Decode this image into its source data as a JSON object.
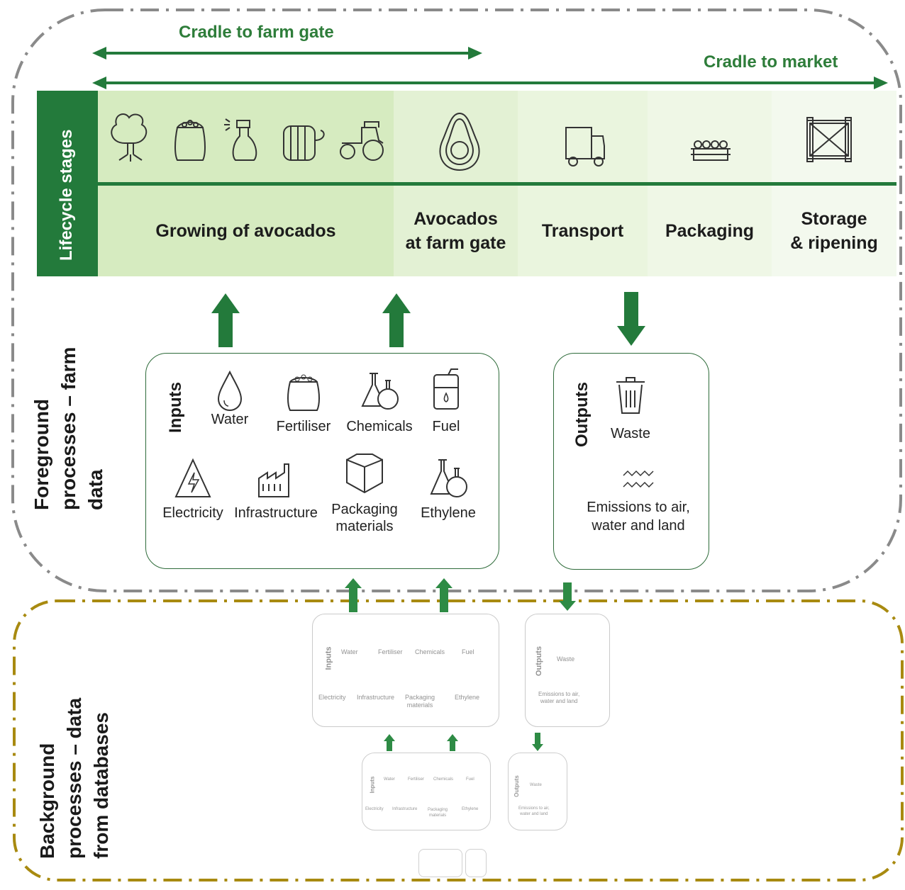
{
  "scope_arrows": {
    "farm_gate": "Cradle to farm gate",
    "market": "Cradle to market"
  },
  "lifecycle": {
    "side_label": "Lifecycle  stages",
    "stages": [
      {
        "label": "Growing of avocados",
        "color": "#d6ebc0"
      },
      {
        "label": "Avocados\nat farm gate",
        "color": "#e3f1d4"
      },
      {
        "label": "Transport",
        "color": "#eaf5de"
      },
      {
        "label": "Packaging",
        "color": "#eff7e6"
      },
      {
        "label": "Storage\n& ripening",
        "color": "#f3f9ee"
      }
    ],
    "growing_icons": [
      "tree-icon",
      "fertiliser-sack-icon",
      "spray-bottle-icon",
      "hose-reel-icon",
      "tractor-icon"
    ],
    "stage_icons": [
      "avocado-icon",
      "truck-icon",
      "packaging-tray-icon",
      "crate-icon"
    ]
  },
  "foreground": {
    "side_label": [
      "Foreground",
      "processes – farm",
      "data"
    ],
    "inputs": {
      "title": "Inputs",
      "items": [
        {
          "label": "Water",
          "icon": "water-drop-icon"
        },
        {
          "label": "Fertiliser",
          "icon": "fertiliser-sack-icon"
        },
        {
          "label": "Chemicals",
          "icon": "flask-icon"
        },
        {
          "label": "Fuel",
          "icon": "fuel-can-icon"
        },
        {
          "label": "Electricity",
          "icon": "high-voltage-icon"
        },
        {
          "label": "Infrastructure",
          "icon": "factory-icon"
        },
        {
          "label": "Packaging\nmaterials",
          "icon": "box-icon"
        },
        {
          "label": "Ethylene",
          "icon": "flask-icon"
        }
      ]
    },
    "outputs": {
      "title": "Outputs",
      "items": [
        {
          "label": "Waste",
          "icon": "trash-bin-icon"
        },
        {
          "label": "Emissions to air,\nwater and land",
          "icon": "emission-waves-icon"
        }
      ]
    }
  },
  "background": {
    "side_label": [
      "Background",
      "processes – data",
      "from databases"
    ]
  },
  "colors": {
    "dark_green": "#237a3b",
    "arrow_green": "#2e7d3a",
    "foreground_border": "#8a8a8a",
    "background_border": "#a88a10"
  }
}
